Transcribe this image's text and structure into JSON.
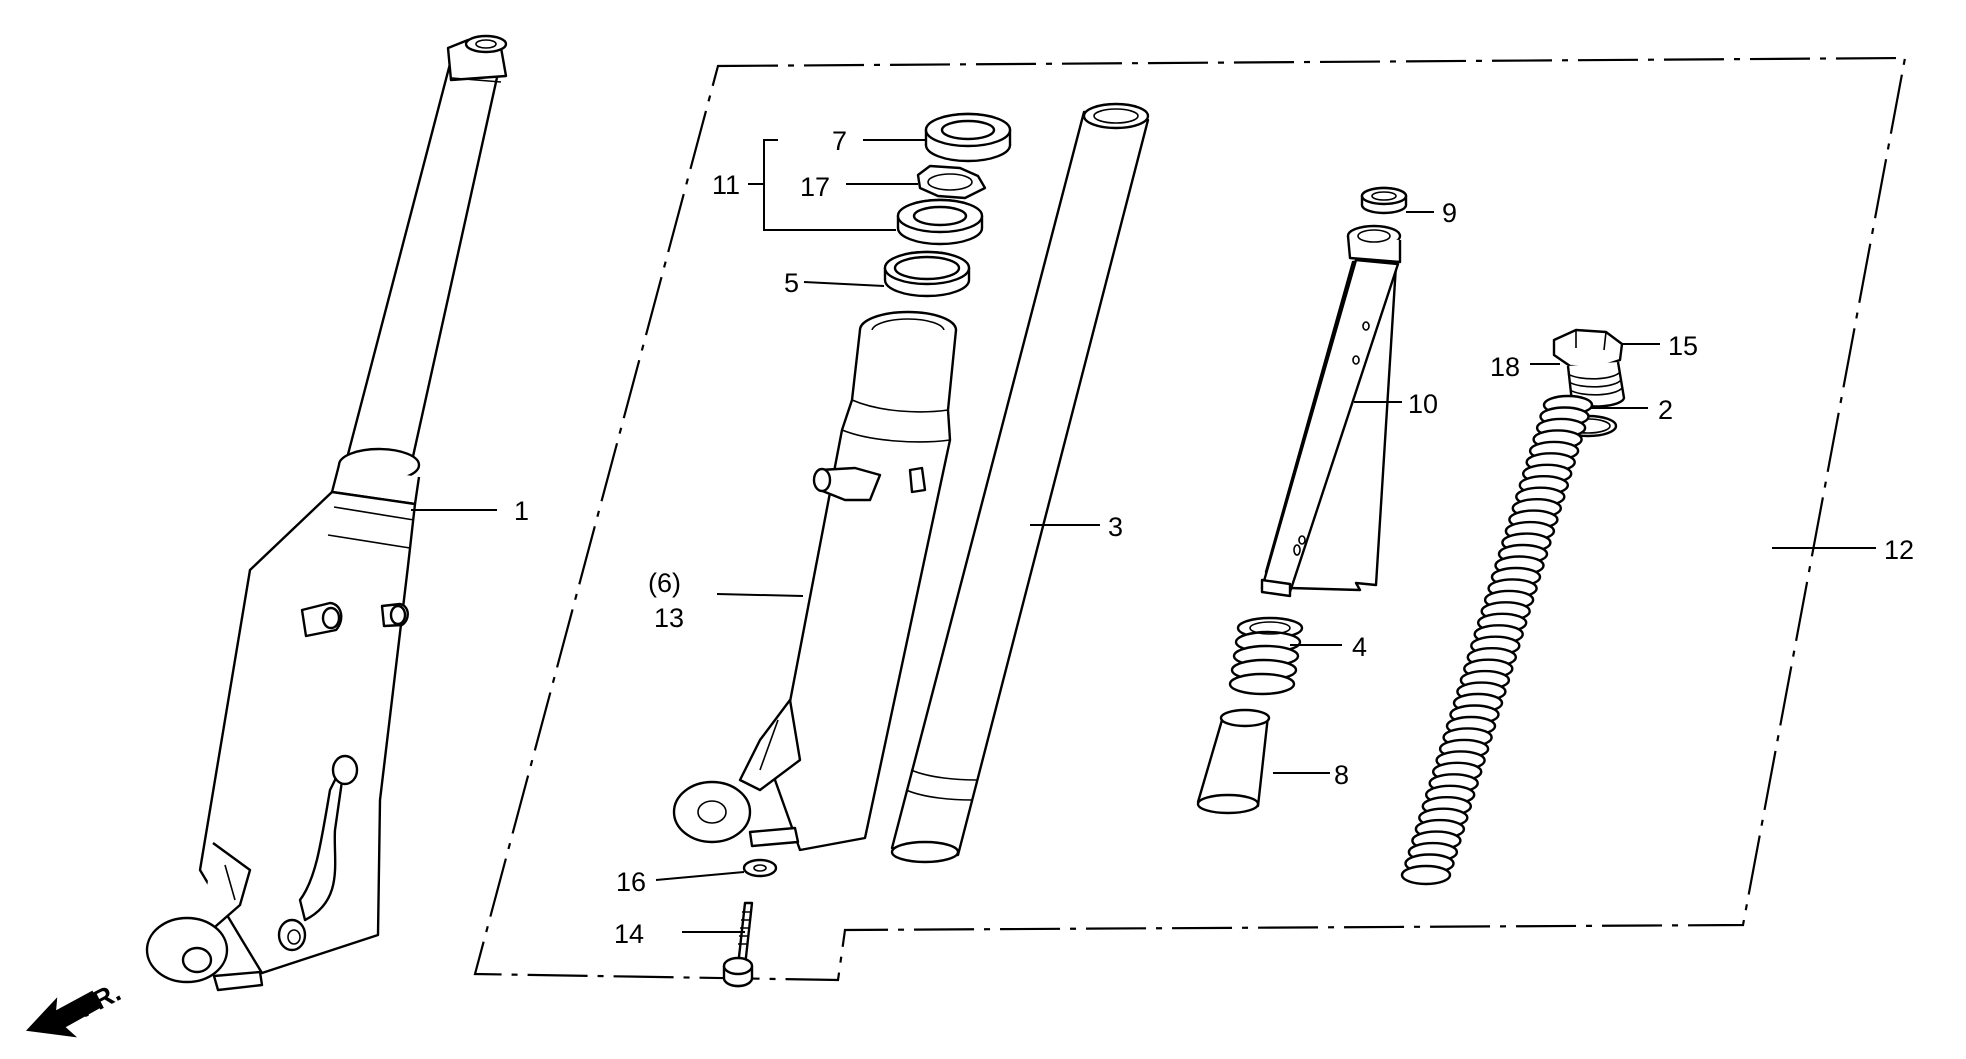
{
  "direction_label": "FR.",
  "callouts": [
    {
      "id": "c1",
      "text": "1"
    },
    {
      "id": "c2",
      "text": "2"
    },
    {
      "id": "c3",
      "text": "3"
    },
    {
      "id": "c4",
      "text": "4"
    },
    {
      "id": "c5",
      "text": "5"
    },
    {
      "id": "c6",
      "text": "(6)"
    },
    {
      "id": "c7",
      "text": "7"
    },
    {
      "id": "c8",
      "text": "8"
    },
    {
      "id": "c9",
      "text": "9"
    },
    {
      "id": "c10",
      "text": "10"
    },
    {
      "id": "c11",
      "text": "11"
    },
    {
      "id": "c12",
      "text": "12"
    },
    {
      "id": "c13",
      "text": "13"
    },
    {
      "id": "c14",
      "text": "14"
    },
    {
      "id": "c15",
      "text": "15"
    },
    {
      "id": "c16",
      "text": "16"
    },
    {
      "id": "c17",
      "text": "17"
    },
    {
      "id": "c18",
      "text": "18"
    }
  ]
}
